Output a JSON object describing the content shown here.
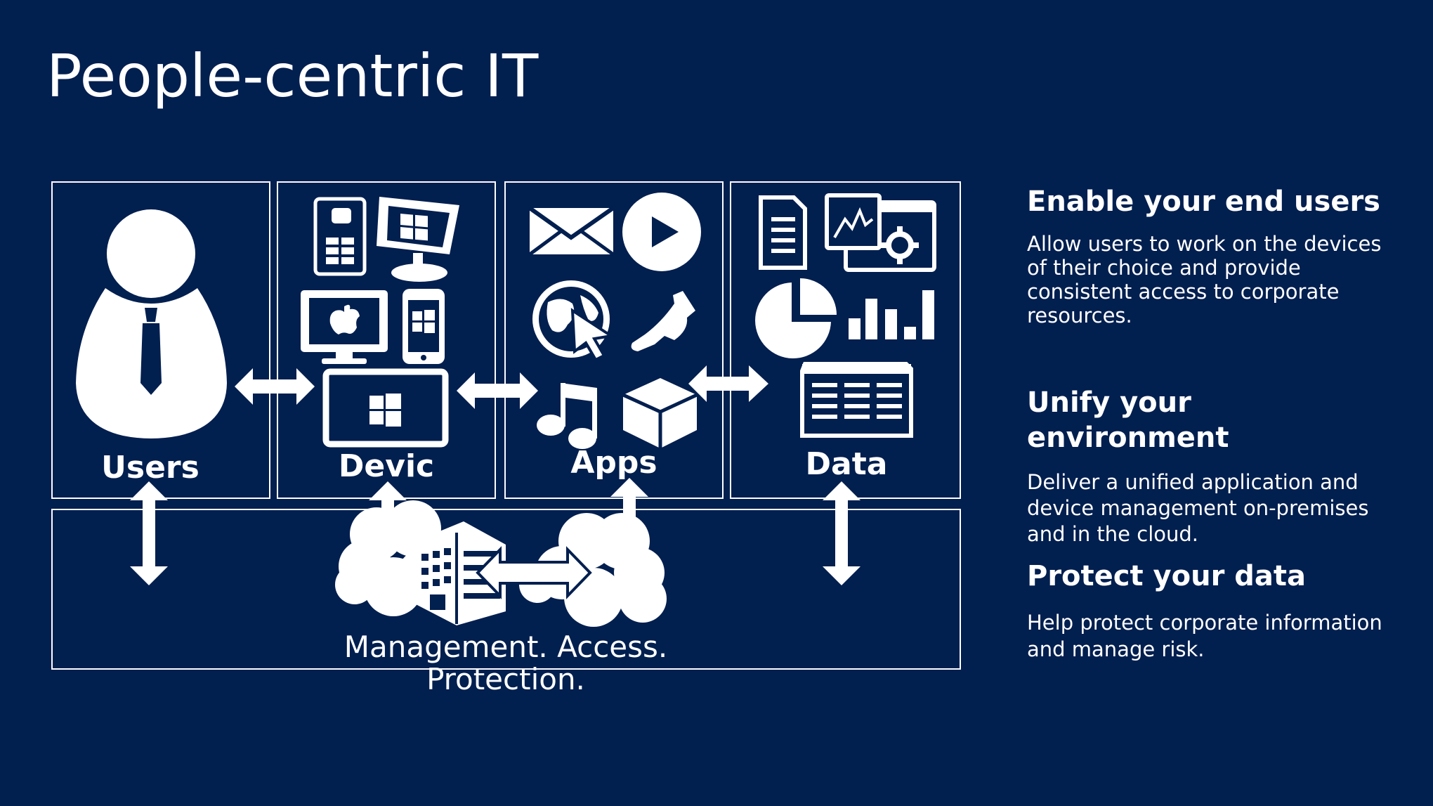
{
  "title": "People-centric IT",
  "panels": {
    "users": "Users",
    "devices": "Devic",
    "apps": "Apps",
    "data": "Data"
  },
  "footer": {
    "line1": "Management.  Access.",
    "line2": "Protection."
  },
  "sections": [
    {
      "heading": "Enable your end users",
      "body": "Allow users to work on the devices of their choice and provide consistent access to corporate resources."
    },
    {
      "heading": "Unify your environment",
      "body": "Deliver a unified application and device management on-premises and in the cloud."
    },
    {
      "heading": "Protect your data",
      "body": "Help protect corporate information and manage risk."
    }
  ],
  "colors": {
    "background": "#011f4f",
    "foreground": "#ffffff"
  },
  "icons": [
    "user-icon",
    "android-phone-icon",
    "windows-monitor-icon",
    "apple-monitor-icon",
    "windows-phone-icon",
    "windows-tablet-icon",
    "mail-icon",
    "play-icon",
    "globe-cursor-icon",
    "phone-icon",
    "music-icon",
    "box-icon",
    "document-icon",
    "chart-window-icon",
    "gear-icon",
    "pie-chart-icon",
    "bar-chart-icon",
    "table-document-icon",
    "building-icon",
    "cloud-icon"
  ]
}
